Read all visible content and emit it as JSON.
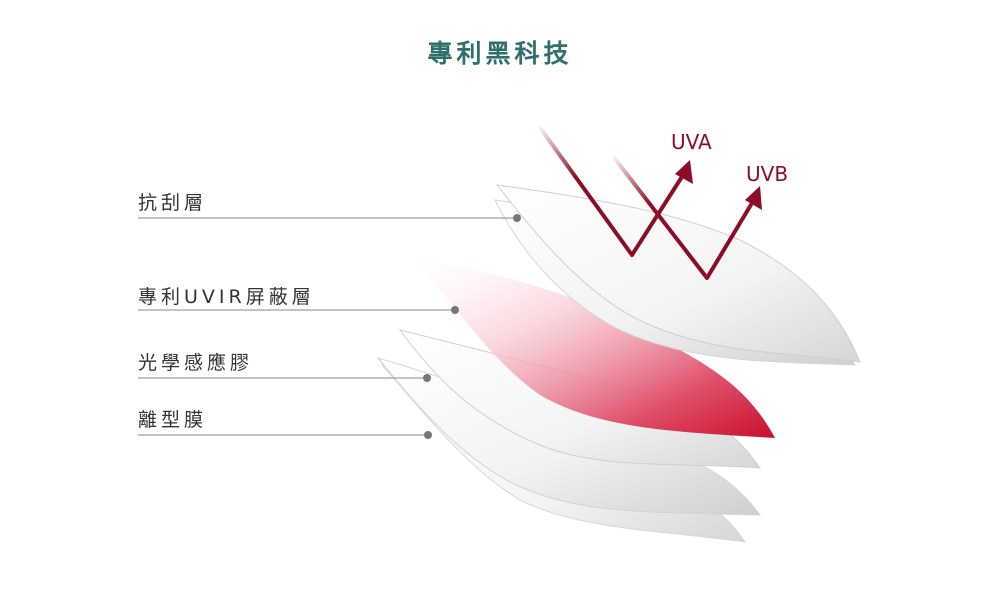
{
  "title": "專利黑科技",
  "layers": [
    {
      "label": "抗刮層"
    },
    {
      "label": "專利UVIR屏蔽層"
    },
    {
      "label": "光學感應膠"
    },
    {
      "label": "離型膜"
    }
  ],
  "rays": {
    "uva": "UVA",
    "uvb": "UVB"
  },
  "colors": {
    "title": "#2f6f6d",
    "ray": "#8b0e26",
    "uv_layer": "#d11f3d",
    "sheet": "#e8e8e8",
    "leader": "#8a8a8a"
  }
}
